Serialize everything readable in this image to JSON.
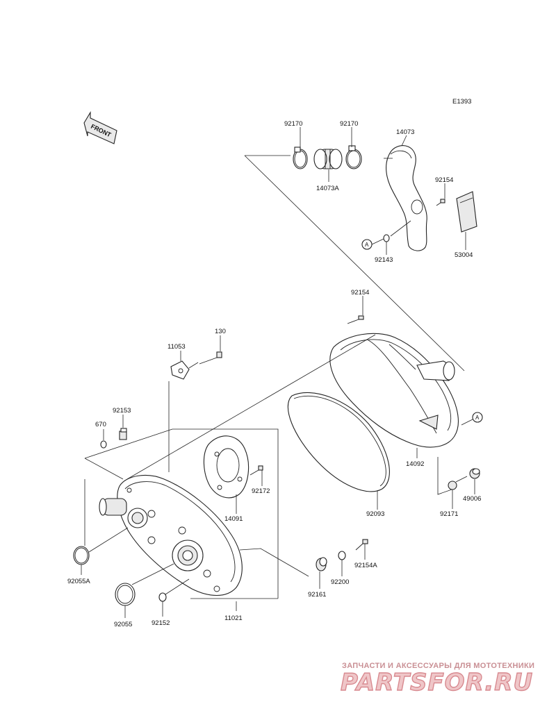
{
  "diagram": {
    "code": "E1393",
    "front_label": "FRONT",
    "ref_marker": "A",
    "callouts": [
      {
        "id": "p92170a",
        "text": "92170"
      },
      {
        "id": "p92170b",
        "text": "92170"
      },
      {
        "id": "p14073",
        "text": "14073"
      },
      {
        "id": "p14073A",
        "text": "14073A"
      },
      {
        "id": "p92154a",
        "text": "92154"
      },
      {
        "id": "p53004",
        "text": "53004"
      },
      {
        "id": "p92143",
        "text": "92143"
      },
      {
        "id": "p92154b",
        "text": "92154"
      },
      {
        "id": "p130",
        "text": "130"
      },
      {
        "id": "p11053",
        "text": "11053"
      },
      {
        "id": "p92153",
        "text": "92153"
      },
      {
        "id": "p670",
        "text": "670"
      },
      {
        "id": "p92172",
        "text": "92172"
      },
      {
        "id": "p14091",
        "text": "14091"
      },
      {
        "id": "p14092",
        "text": "14092"
      },
      {
        "id": "p49006",
        "text": "49006"
      },
      {
        "id": "p92171",
        "text": "92171"
      },
      {
        "id": "p92093",
        "text": "92093"
      },
      {
        "id": "p92154A",
        "text": "92154A"
      },
      {
        "id": "p92200",
        "text": "92200"
      },
      {
        "id": "p92161",
        "text": "92161"
      },
      {
        "id": "p92055A",
        "text": "92055A"
      },
      {
        "id": "p92055",
        "text": "92055"
      },
      {
        "id": "p92152",
        "text": "92152"
      },
      {
        "id": "p11021",
        "text": "11021"
      }
    ]
  },
  "watermark": {
    "tagline": "ЗАПЧАСТИ И АКСЕССУАРЫ ДЛЯ МОТОТЕХНИКИ",
    "brand": "PARTSFOR.RU"
  }
}
